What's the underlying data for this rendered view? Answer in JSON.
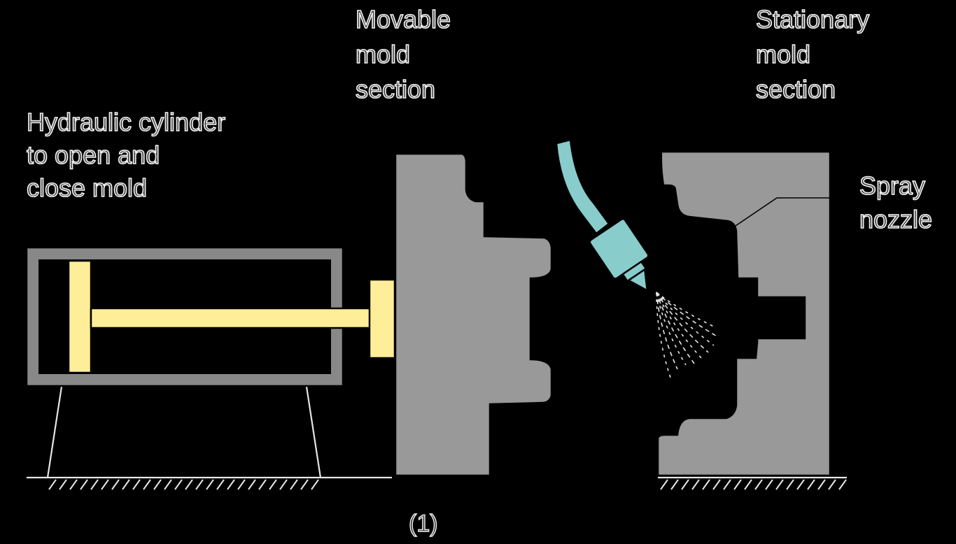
{
  "labels": {
    "cylinder": [
      "Hydraulic cylinder",
      "to open and",
      "close mold"
    ],
    "movable": [
      "Movable",
      "mold",
      "section"
    ],
    "stationary": [
      "Stationary",
      "mold",
      "section"
    ],
    "nozzle": [
      "Spray",
      "nozzle"
    ],
    "caption": "(1)"
  },
  "colors": {
    "mold": "#999999",
    "piston": "#ffee99",
    "nozzle": "#88cccc",
    "cylinder_wall": "#888888",
    "label_outline": "#f2f2f2"
  }
}
